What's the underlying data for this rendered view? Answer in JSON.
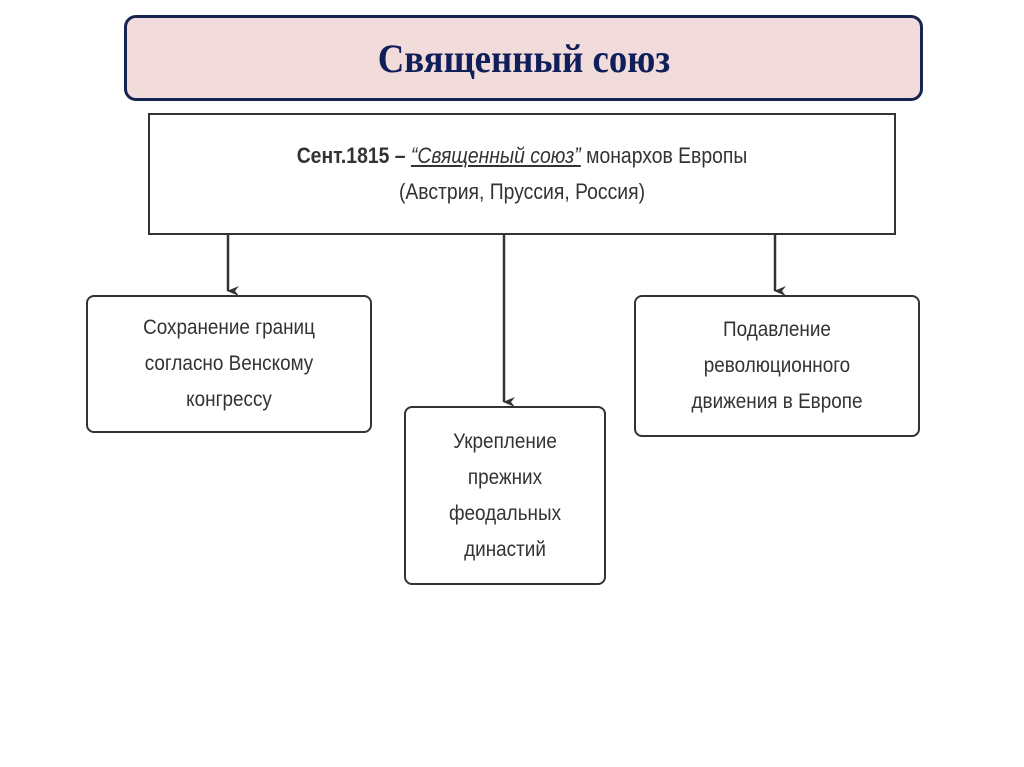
{
  "title": "Священный союз",
  "main": {
    "date": "Сент.1815 –",
    "name": "“Священный союз”",
    "rest": "монархов Европы",
    "members": "(Австрия, Пруссия, Россия)"
  },
  "goals": [
    {
      "text": "Сохранение границ согласно Венскому конгрессу"
    },
    {
      "text": "Укрепление прежних феодальных династий"
    },
    {
      "text": "Подавление революционного движения в Европе"
    }
  ]
}
